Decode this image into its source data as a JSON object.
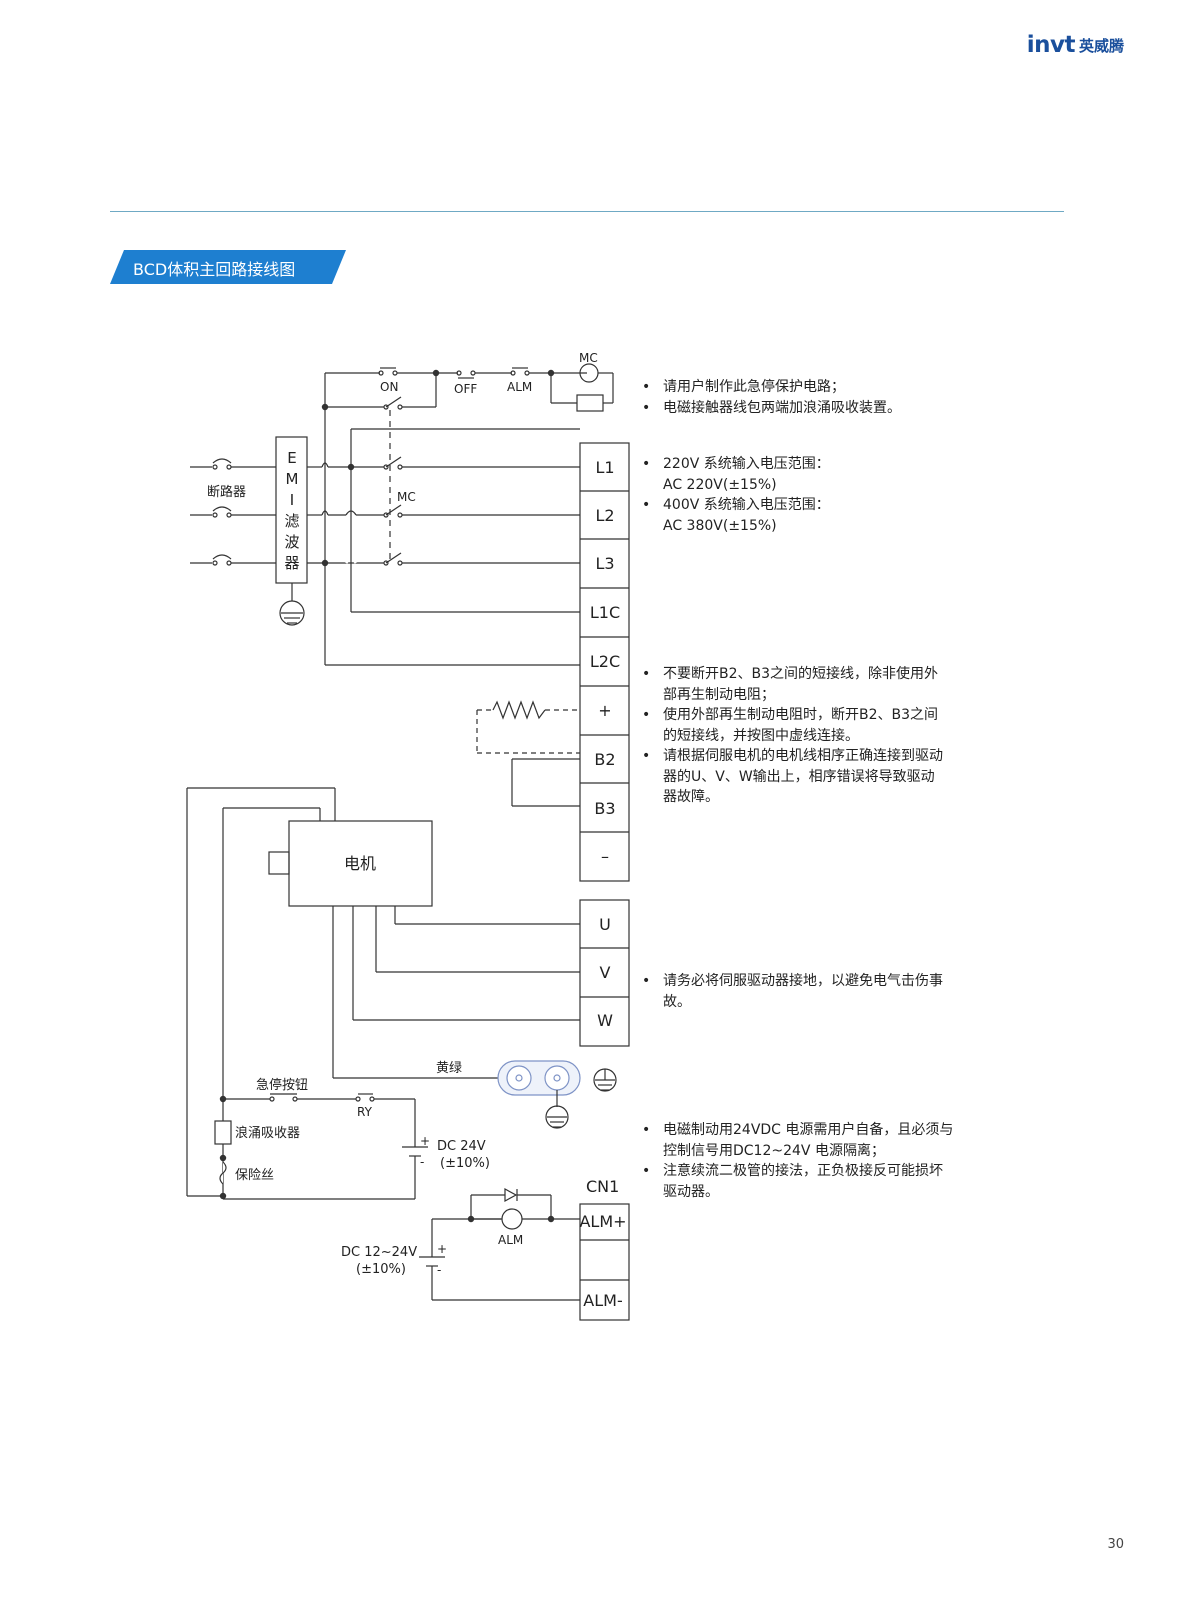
{
  "header": {
    "logo_mark": "invt",
    "logo_cn": "英威腾"
  },
  "section_title": "BCD体积主回路接线图",
  "terminals": {
    "main": [
      "L1",
      "L2",
      "L3",
      "L1C",
      "L2C",
      "+",
      "B2",
      "B3",
      "–"
    ],
    "motor": [
      "U",
      "V",
      "W"
    ],
    "cn1_title": "CN1",
    "cn1": [
      "ALM+",
      "",
      "ALM-"
    ]
  },
  "labels": {
    "on": "ON",
    "off": "OFF",
    "alm_top": "ALM",
    "mc_top": "MC",
    "mc_mid": "MC",
    "breaker": "断路器",
    "emi": [
      "E",
      "M",
      "I",
      "滤",
      "波",
      "器"
    ],
    "motor": "电机",
    "yellow_green": "黄绿",
    "estop": "急停按钮",
    "ry": "RY",
    "surge": "浪涌吸收器",
    "fuse": "保险丝",
    "dc24_a": "DC 24V",
    "dc24_b": "(±10%)",
    "alm_bottom": "ALM",
    "dc1224_a": "DC 12~24V",
    "dc1224_b": "(±10%)",
    "plus": "+",
    "minus": "-"
  },
  "notes": {
    "group1": [
      "请用户制作此急停保护电路；",
      "电磁接触器线包两端加浪涌吸收装置。"
    ],
    "group2": [
      "220V 系统输入电压范围：AC 220V(±15%)",
      "400V 系统输入电压范围：AC 380V(±15%)"
    ],
    "group3": [
      "不要断开B2、B3之间的短接线，除非使用外部再生制动电阻；",
      "使用外部再生制动电阻时，断开B2、B3之间的短接线，并按图中虚线连接。",
      "请根据伺服电机的电机线相序正确连接到驱动器的U、V、W输出上，相序错误将导致驱动器故障。"
    ],
    "group4": [
      "请务必将伺服驱动器接地，以避免电气击伤事故。"
    ],
    "group5": [
      "电磁制动用24VDC 电源需用户自备，且必须与控制信号用DC12~24V 电源隔离；",
      "注意续流二极管的接法，正负极接反可能损坏驱动器。"
    ]
  },
  "page_number": "30"
}
